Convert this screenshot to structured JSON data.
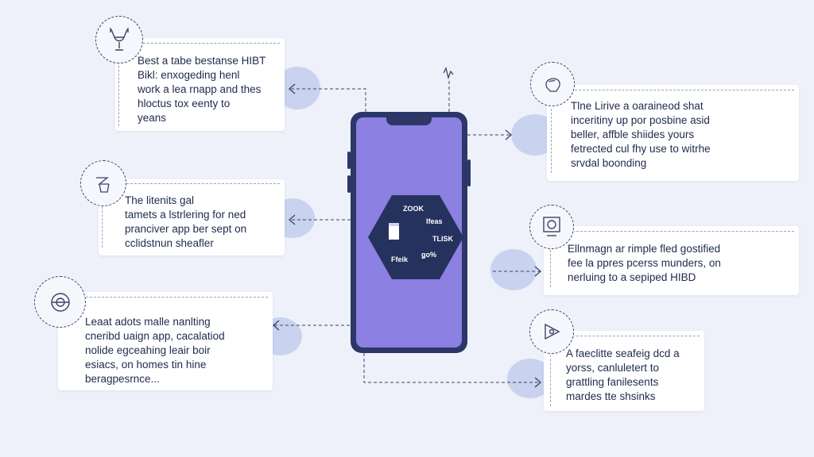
{
  "callouts": [
    {
      "id": "top-left",
      "icon": "trophy-hand-icon",
      "text": "Best a tabe bestanse HIBT\nBikl: enxogeding henl\nwork a lea rnapp and thes\nhloctus tox eenty to\nyeans"
    },
    {
      "id": "mid-left",
      "icon": "hand-card-icon",
      "text": "The litenits gal\ntamets a lstrlering for ned\npranciver app ber sept on\ncclidstnun sheafler"
    },
    {
      "id": "bottom-left",
      "icon": "target-icon",
      "text": "Leaat adots malle nanlting\ncneribd uaign app, cacalatiod\nnolide egceahing leair boir\nesiacs, on homes tin hine\nberagpesrnce..."
    },
    {
      "id": "top-right",
      "icon": "brain-head-icon",
      "text": "Tlne Lirive a oaraineod shat\ninceritiny up por posbine asid\nbeller, affble shiides yours\nfetrected cul fhy use to witrhe\nsrvdal boonding"
    },
    {
      "id": "mid-right",
      "icon": "monitor-icon",
      "text": "Ellnmagn ar rimple fled gostified\nfee la ppres pcerss munders, on\nnerluing to a sepiped HIBD"
    },
    {
      "id": "bottom-right",
      "icon": "play-triangle-icon",
      "text": "A faeclitte seafeig dcd a\nyorss, canluletert to\ngrattling fanilesents\nmardes tte shsinks"
    }
  ],
  "phone": {
    "hex_labels": [
      "ZOOK",
      "lfeas",
      "TLISK",
      "ǥo%",
      "Ffeik"
    ],
    "colors": {
      "body": "#2c3768",
      "screen": "#8c80e2",
      "hex": "#26325e"
    }
  }
}
